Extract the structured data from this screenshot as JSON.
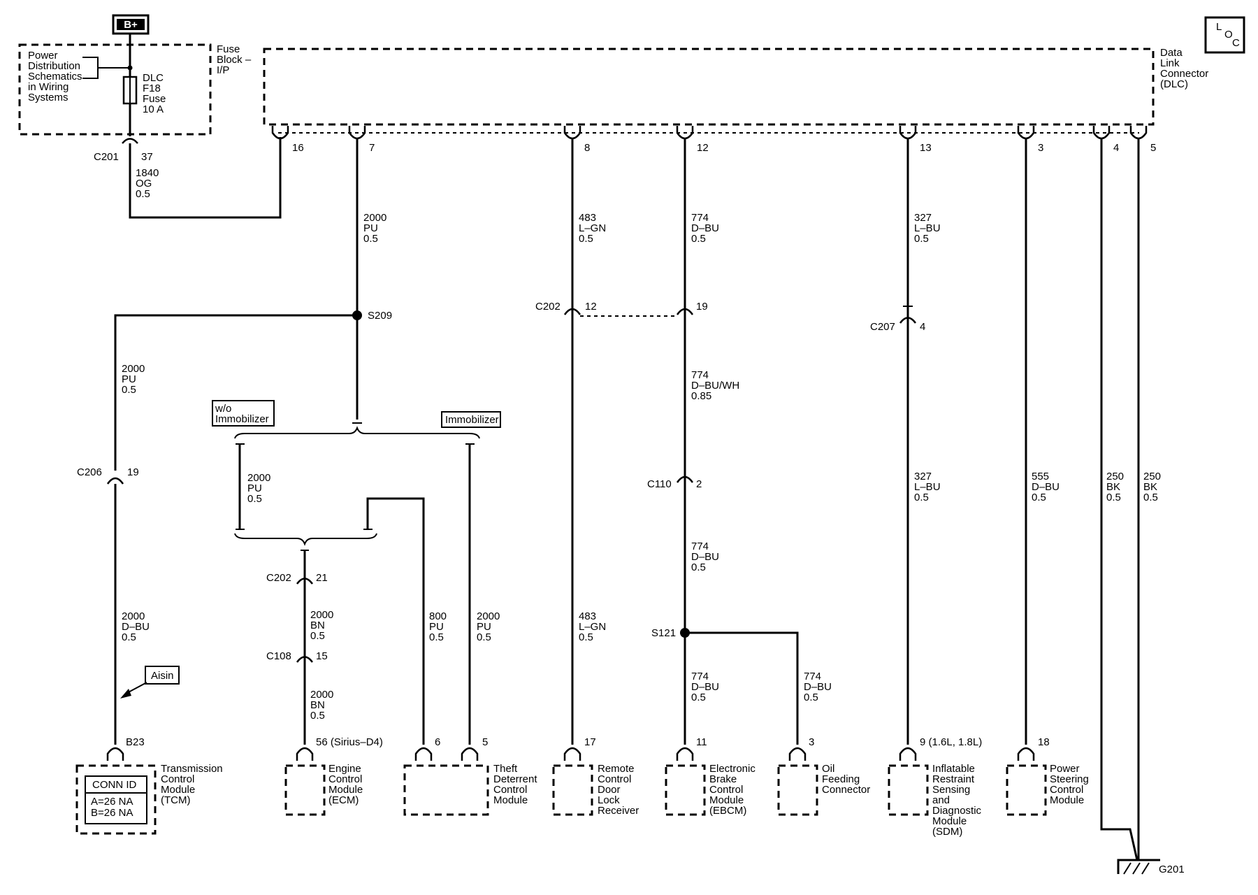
{
  "power": {
    "bplus": "B+",
    "dist_note": [
      "Power",
      "Distribution",
      "Schematics",
      "in Wiring",
      "Systems"
    ],
    "fuse_block": [
      "Fuse",
      "Block –",
      "I/P"
    ],
    "fuse": [
      "DLC",
      "F18",
      "Fuse",
      "10 A"
    ],
    "conn_c201": "C201",
    "pin_37": "37",
    "wire_1840": [
      "1840",
      "OG",
      "0.5"
    ]
  },
  "dlc": {
    "label": [
      "Data",
      "Link",
      "Connector",
      "(DLC)"
    ],
    "loc_icon": [
      "L",
      "O",
      "C"
    ],
    "pins": [
      "16",
      "7",
      "8",
      "12",
      "13",
      "3",
      "4",
      "5"
    ]
  },
  "wires": {
    "pin7_wire": [
      "2000",
      "PU",
      "0.5"
    ],
    "pin8_wire": [
      "483",
      "L–GN",
      "0.5"
    ],
    "pin12_wire": [
      "774",
      "D–BU",
      "0.5"
    ],
    "pin13_wire": [
      "327",
      "L–BU",
      "0.5"
    ],
    "tcm_upper": [
      "2000",
      "PU",
      "0.5"
    ],
    "tcm_lower": [
      "2000",
      "D–BU",
      "0.5"
    ],
    "option_wire": [
      "2000",
      "PU",
      "0.5"
    ],
    "ecm_upper": [
      "2000",
      "BN",
      "0.5"
    ],
    "ecm_lower": [
      "2000",
      "BN",
      "0.5"
    ],
    "theft_800": [
      "800",
      "PU",
      "0.5"
    ],
    "theft_2000": [
      "2000",
      "PU",
      "0.5"
    ],
    "remote_lower": [
      "483",
      "L–GN",
      "0.5"
    ],
    "ebcm_mid": [
      "774",
      "D–BU/WH",
      "0.85"
    ],
    "ebcm_c110": [
      "774",
      "D–BU",
      "0.5"
    ],
    "ebcm_lower": [
      "774",
      "D–BU",
      "0.5"
    ],
    "oil_wire": [
      "774",
      "D–BU",
      "0.5"
    ],
    "sdm_lower": [
      "327",
      "L–BU",
      "0.5"
    ],
    "power_steering": [
      "555",
      "D–BU",
      "0.5"
    ],
    "ground_4": [
      "250",
      "BK",
      "0.5"
    ],
    "ground_5": [
      "250",
      "BK",
      "0.5"
    ]
  },
  "connectors": {
    "s209": "S209",
    "c202_top": "C202",
    "c202_pin12": "12",
    "c202_pin19": "19",
    "c207": "C207",
    "c207_pin": "4",
    "c206": "C206",
    "c206_pin": "19",
    "c110": "C110",
    "c110_pin": "2",
    "c202_ecm": "C202",
    "c202_ecm_pin": "21",
    "c108": "C108",
    "c108_pin": "15",
    "s121": "S121",
    "g201": "G201"
  },
  "options": {
    "wo_immobilizer": [
      "w/o",
      "Immobilizer"
    ],
    "immobilizer": "Immobilizer",
    "aisin": "Aisin"
  },
  "modules": {
    "tcm": {
      "pin": "B23",
      "label": [
        "Transmission",
        "Control",
        "Module",
        "(TCM)"
      ]
    },
    "conn_id": {
      "title": "CONN ID",
      "a": "A=26 NA",
      "b": "B=26 NA"
    },
    "ecm": {
      "pin": "56 (Sirius–D4)",
      "label": [
        "Engine",
        "Control",
        "Module",
        "(ECM)"
      ]
    },
    "theft": {
      "pin_a": "6",
      "pin_b": "5",
      "label": [
        "Theft",
        "Deterrent",
        "Control",
        "Module"
      ]
    },
    "remote": {
      "pin": "17",
      "label": [
        "Remote",
        "Control",
        "Door",
        "Lock",
        "Receiver"
      ]
    },
    "ebcm": {
      "pin": "11",
      "label": [
        "Electronic",
        "Brake",
        "Control",
        "Module",
        "(EBCM)"
      ]
    },
    "oil": {
      "pin": "3",
      "label": [
        "Oil",
        "Feeding",
        "Connector"
      ]
    },
    "sdm": {
      "pin": "9 (1.6L, 1.8L)",
      "label": [
        "Inflatable",
        "Restraint",
        "Sensing",
        "and",
        "Diagnostic",
        "Module",
        "(SDM)"
      ]
    },
    "psm": {
      "pin": "18",
      "label": [
        "Power",
        "Steering",
        "Control",
        "Module"
      ]
    }
  }
}
